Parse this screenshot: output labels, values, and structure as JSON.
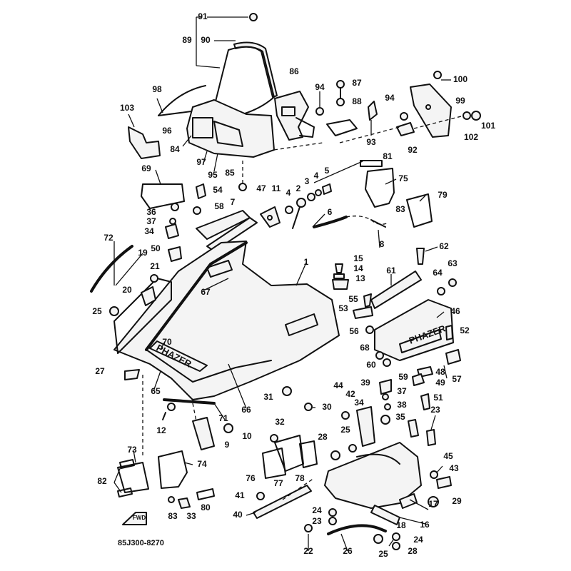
{
  "diagram": {
    "drawing_number": "85J300-8270",
    "forward_marker": "FWD",
    "hood_logo": "PHAZER",
    "panel_logo": "PHAZER",
    "callouts": [
      {
        "id": "c91",
        "label": "91"
      },
      {
        "id": "c89",
        "label": "89"
      },
      {
        "id": "c90",
        "label": "90"
      },
      {
        "id": "c86",
        "label": "86"
      },
      {
        "id": "c87",
        "label": "87"
      },
      {
        "id": "c94a",
        "label": "94"
      },
      {
        "id": "c88",
        "label": "88"
      },
      {
        "id": "c100",
        "label": "100"
      },
      {
        "id": "c99",
        "label": "99"
      },
      {
        "id": "c94b",
        "label": "94"
      },
      {
        "id": "c101",
        "label": "101"
      },
      {
        "id": "c102",
        "label": "102"
      },
      {
        "id": "c98",
        "label": "98"
      },
      {
        "id": "c103",
        "label": "103"
      },
      {
        "id": "c96",
        "label": "96"
      },
      {
        "id": "c93",
        "label": "93"
      },
      {
        "id": "c92",
        "label": "92"
      },
      {
        "id": "c84",
        "label": "84"
      },
      {
        "id": "c97",
        "label": "97"
      },
      {
        "id": "c95",
        "label": "95"
      },
      {
        "id": "c85",
        "label": "85"
      },
      {
        "id": "c81",
        "label": "81"
      },
      {
        "id": "c75",
        "label": "75"
      },
      {
        "id": "c69",
        "label": "69"
      },
      {
        "id": "c54",
        "label": "54"
      },
      {
        "id": "c47",
        "label": "47"
      },
      {
        "id": "c11",
        "label": "11"
      },
      {
        "id": "c5",
        "label": "5"
      },
      {
        "id": "c3",
        "label": "3"
      },
      {
        "id": "c2",
        "label": "2"
      },
      {
        "id": "c4a",
        "label": "4"
      },
      {
        "id": "c4b",
        "label": "4"
      },
      {
        "id": "c79",
        "label": "79"
      },
      {
        "id": "c83a",
        "label": "83"
      },
      {
        "id": "c36",
        "label": "36"
      },
      {
        "id": "c58",
        "label": "58"
      },
      {
        "id": "c7",
        "label": "7"
      },
      {
        "id": "c6",
        "label": "6"
      },
      {
        "id": "c37a",
        "label": "37"
      },
      {
        "id": "c34a",
        "label": "34"
      },
      {
        "id": "c72",
        "label": "72"
      },
      {
        "id": "c8",
        "label": "8"
      },
      {
        "id": "c62",
        "label": "62"
      },
      {
        "id": "c50",
        "label": "50"
      },
      {
        "id": "c19",
        "label": "19"
      },
      {
        "id": "c1",
        "label": "1"
      },
      {
        "id": "c15",
        "label": "15"
      },
      {
        "id": "c14",
        "label": "14"
      },
      {
        "id": "c13",
        "label": "13"
      },
      {
        "id": "c21",
        "label": "21"
      },
      {
        "id": "c61",
        "label": "61"
      },
      {
        "id": "c63",
        "label": "63"
      },
      {
        "id": "c64",
        "label": "64"
      },
      {
        "id": "c20",
        "label": "20"
      },
      {
        "id": "c67",
        "label": "67"
      },
      {
        "id": "c55",
        "label": "55"
      },
      {
        "id": "c25a",
        "label": "25"
      },
      {
        "id": "c53",
        "label": "53"
      },
      {
        "id": "c46",
        "label": "46"
      },
      {
        "id": "c56",
        "label": "56"
      },
      {
        "id": "c52",
        "label": "52"
      },
      {
        "id": "c70",
        "label": "70"
      },
      {
        "id": "c68",
        "label": "68"
      },
      {
        "id": "c60",
        "label": "60"
      },
      {
        "id": "c27",
        "label": "27"
      },
      {
        "id": "c48",
        "label": "48"
      },
      {
        "id": "c57",
        "label": "57"
      },
      {
        "id": "c59",
        "label": "59"
      },
      {
        "id": "c65",
        "label": "65"
      },
      {
        "id": "c66",
        "label": "66"
      },
      {
        "id": "c39",
        "label": "39"
      },
      {
        "id": "c49",
        "label": "49"
      },
      {
        "id": "c37b",
        "label": "37"
      },
      {
        "id": "c44",
        "label": "44"
      },
      {
        "id": "c42",
        "label": "42"
      },
      {
        "id": "c31",
        "label": "31"
      },
      {
        "id": "c51",
        "label": "51"
      },
      {
        "id": "c38",
        "label": "38"
      },
      {
        "id": "c30",
        "label": "30"
      },
      {
        "id": "c34b",
        "label": "34"
      },
      {
        "id": "c71",
        "label": "71"
      },
      {
        "id": "c12",
        "label": "12"
      },
      {
        "id": "c35",
        "label": "35"
      },
      {
        "id": "c23a",
        "label": "23"
      },
      {
        "id": "c32",
        "label": "32"
      },
      {
        "id": "c25b",
        "label": "25"
      },
      {
        "id": "c10",
        "label": "10"
      },
      {
        "id": "c28a",
        "label": "28"
      },
      {
        "id": "c9",
        "label": "9"
      },
      {
        "id": "c73",
        "label": "73"
      },
      {
        "id": "c74",
        "label": "74"
      },
      {
        "id": "c45",
        "label": "45"
      },
      {
        "id": "c43",
        "label": "43"
      },
      {
        "id": "c76",
        "label": "76"
      },
      {
        "id": "c77",
        "label": "77"
      },
      {
        "id": "c78",
        "label": "78"
      },
      {
        "id": "c82",
        "label": "82"
      },
      {
        "id": "c41",
        "label": "41"
      },
      {
        "id": "c80",
        "label": "80"
      },
      {
        "id": "c29",
        "label": "29"
      },
      {
        "id": "c17",
        "label": "17"
      },
      {
        "id": "c40",
        "label": "40"
      },
      {
        "id": "c83b",
        "label": "83"
      },
      {
        "id": "c33",
        "label": "33"
      },
      {
        "id": "c24a",
        "label": "24"
      },
      {
        "id": "c23b",
        "label": "23"
      },
      {
        "id": "c18",
        "label": "18"
      },
      {
        "id": "c16",
        "label": "16"
      },
      {
        "id": "c24b",
        "label": "24"
      },
      {
        "id": "c22",
        "label": "22"
      },
      {
        "id": "c26",
        "label": "26"
      },
      {
        "id": "c25c",
        "label": "25"
      },
      {
        "id": "c28b",
        "label": "28"
      }
    ]
  }
}
